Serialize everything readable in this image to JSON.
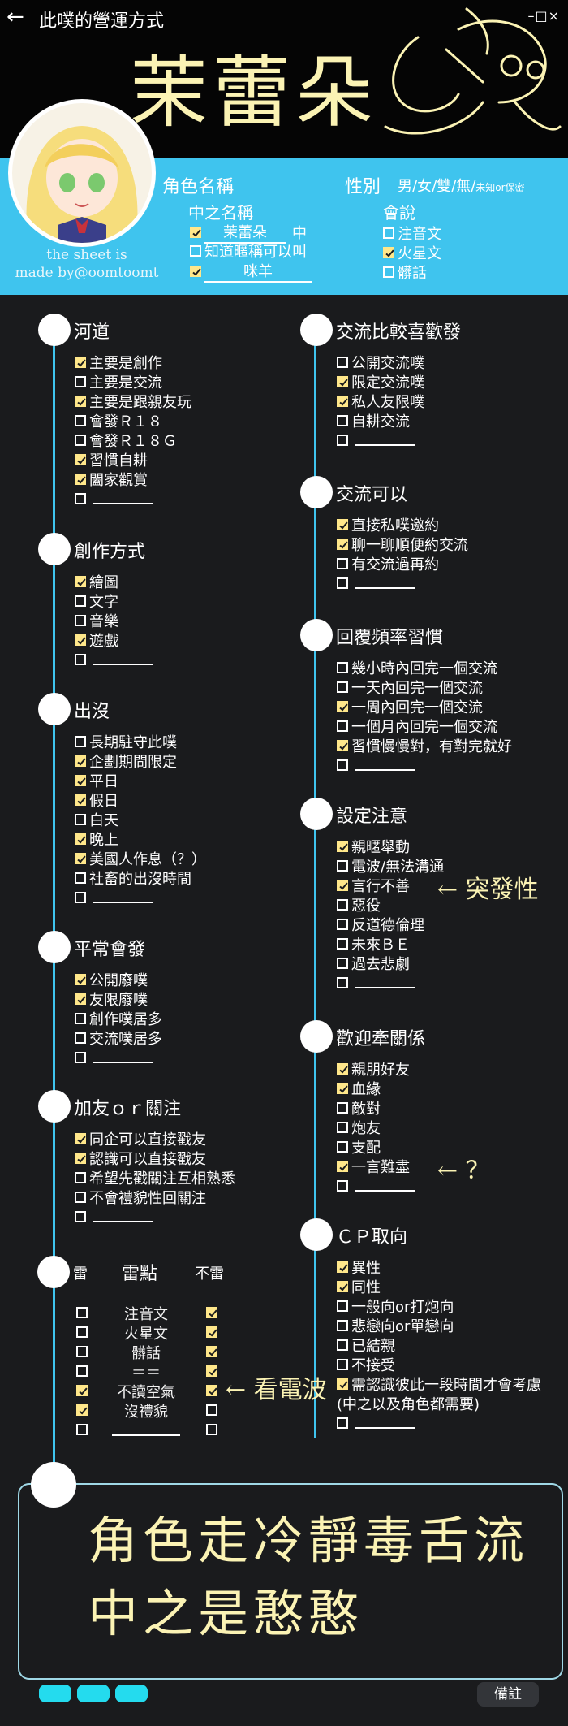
{
  "header": {
    "back_icon": "←",
    "title": "此噗的營運方式",
    "window_controls": "–□×",
    "character_name_art": "茉蕾朵"
  },
  "profile": {
    "credit_line1": "the sheet is",
    "credit_line2": "made by@oomtoomt",
    "role_name_label": "角色名稱",
    "gender_label": "性別",
    "gender_options": "男/女/雙/無/",
    "gender_extra": "未知or保密",
    "nakanohito_label": "中之名稱",
    "nakanohito_name": "茉蕾朵",
    "nakanohito_suffix": "中",
    "nickname_label": "知道暱稱可以叫",
    "nickname": "咪羊",
    "language_label": "會說",
    "languages": [
      {
        "label": "注音文",
        "checked": false
      },
      {
        "label": "火星文",
        "checked": true
      },
      {
        "label": "髒話",
        "checked": false
      }
    ]
  },
  "left_sections": [
    {
      "title": "河道",
      "items": [
        {
          "label": "主要是創作",
          "checked": true
        },
        {
          "label": "主要是交流",
          "checked": false
        },
        {
          "label": "主要是跟親友玩",
          "checked": true
        },
        {
          "label": "會發Ｒ１８",
          "checked": false
        },
        {
          "label": "會發Ｒ１８Ｇ",
          "checked": false
        },
        {
          "label": "習慣自耕",
          "checked": true
        },
        {
          "label": "闔家觀賞",
          "checked": true
        },
        {
          "label": "",
          "checked": false
        }
      ]
    },
    {
      "title": "創作方式",
      "items": [
        {
          "label": "繪圖",
          "checked": true
        },
        {
          "label": "文字",
          "checked": false
        },
        {
          "label": "音樂",
          "checked": false
        },
        {
          "label": "遊戲",
          "checked": true
        },
        {
          "label": "",
          "checked": false
        }
      ]
    },
    {
      "title": "出沒",
      "items": [
        {
          "label": "長期駐守此噗",
          "checked": false
        },
        {
          "label": "企劃期間限定",
          "checked": true
        },
        {
          "label": "平日",
          "checked": true
        },
        {
          "label": "假日",
          "checked": true
        },
        {
          "label": "白天",
          "checked": false
        },
        {
          "label": "晚上",
          "checked": true
        },
        {
          "label": "美國人作息（？）",
          "checked": true
        },
        {
          "label": "社畜的出沒時間",
          "checked": false
        },
        {
          "label": "",
          "checked": false
        }
      ]
    },
    {
      "title": "平常會發",
      "items": [
        {
          "label": "公開廢噗",
          "checked": true
        },
        {
          "label": "友限廢噗",
          "checked": true
        },
        {
          "label": "創作噗居多",
          "checked": false
        },
        {
          "label": "交流噗居多",
          "checked": false
        },
        {
          "label": "",
          "checked": false
        }
      ]
    },
    {
      "title": "加友ｏｒ關注",
      "items": [
        {
          "label": "同企可以直接戳友",
          "checked": true
        },
        {
          "label": "認識可以直接戳友",
          "checked": true
        },
        {
          "label": "希望先戳關注互相熟悉",
          "checked": false
        },
        {
          "label": "不會禮貌性回關注",
          "checked": false
        },
        {
          "label": "",
          "checked": false
        }
      ]
    }
  ],
  "thunder": {
    "col_thunder": "雷",
    "col_point": "雷點",
    "col_no_thunder": "不雷",
    "rows": [
      {
        "label": "注音文",
        "thunder": false,
        "ok": true
      },
      {
        "label": "火星文",
        "thunder": false,
        "ok": true
      },
      {
        "label": "髒話",
        "thunder": false,
        "ok": true
      },
      {
        "label": "＝＝",
        "thunder": false,
        "ok": true
      },
      {
        "label": "不讀空氣",
        "thunder": true,
        "ok": true
      },
      {
        "label": "沒禮貌",
        "thunder": true,
        "ok": false
      },
      {
        "label": "",
        "thunder": false,
        "ok": false
      }
    ],
    "note": "← 看電波"
  },
  "right_sections": [
    {
      "title": "交流比較喜歡發",
      "items": [
        {
          "label": "公開交流噗",
          "checked": false
        },
        {
          "label": "限定交流噗",
          "checked": true
        },
        {
          "label": "私人友限噗",
          "checked": true
        },
        {
          "label": "自耕交流",
          "checked": false
        },
        {
          "label": "",
          "checked": false
        }
      ]
    },
    {
      "title": "交流可以",
      "items": [
        {
          "label": "直接私噗邀約",
          "checked": true
        },
        {
          "label": "聊一聊順便約交流",
          "checked": true
        },
        {
          "label": "有交流過再約",
          "checked": false
        },
        {
          "label": "",
          "checked": false
        }
      ]
    },
    {
      "title": "回覆頻率習慣",
      "items": [
        {
          "label": "幾小時內回完一個交流",
          "checked": false
        },
        {
          "label": "一天內回完一個交流",
          "checked": false
        },
        {
          "label": "一周內回完一個交流",
          "checked": true
        },
        {
          "label": "一個月內回完一個交流",
          "checked": false
        },
        {
          "label": "習慣慢慢對，有對完就好",
          "checked": true
        },
        {
          "label": "",
          "checked": false
        }
      ]
    },
    {
      "title": "設定注意",
      "items": [
        {
          "label": "親暱舉動",
          "checked": true
        },
        {
          "label": "電波/無法溝通",
          "checked": false
        },
        {
          "label": "言行不善",
          "checked": true
        },
        {
          "label": "惡役",
          "checked": false
        },
        {
          "label": "反道德倫理",
          "checked": false
        },
        {
          "label": "未來ＢＥ",
          "checked": false
        },
        {
          "label": "過去悲劇",
          "checked": false
        },
        {
          "label": "",
          "checked": false
        }
      ],
      "note": "← 突發性"
    },
    {
      "title": "歡迎牽關係",
      "items": [
        {
          "label": "親朋好友",
          "checked": true
        },
        {
          "label": "血緣",
          "checked": true
        },
        {
          "label": "敵對",
          "checked": false
        },
        {
          "label": "炮友",
          "checked": false
        },
        {
          "label": "支配",
          "checked": false
        },
        {
          "label": "一言難盡",
          "checked": true
        },
        {
          "label": "",
          "checked": false
        }
      ],
      "note": "← ？"
    },
    {
      "title": "ＣＰ取向",
      "items": [
        {
          "label": "異性",
          "checked": true
        },
        {
          "label": "同性",
          "checked": true
        },
        {
          "label": "一般向or打炮向",
          "checked": false
        },
        {
          "label": "悲戀向or單戀向",
          "checked": false
        },
        {
          "label": "已結親",
          "checked": false
        },
        {
          "label": "不接受",
          "checked": false
        },
        {
          "label": "需認識彼此一段時間才會考慮",
          "checked": true
        },
        {
          "label": "(中之以及角色都需要)",
          "checked": null
        },
        {
          "label": "",
          "checked": false
        }
      ]
    }
  ],
  "notes": {
    "line1": "角色走冷靜毒舌流",
    "line2": "中之是憨憨",
    "memo_button": "備註"
  },
  "colors": {
    "accent": "#3fc4ee",
    "highlight": "#fbf3b4",
    "check_fill": "#ffe78a",
    "background": "#1a1b1d"
  }
}
